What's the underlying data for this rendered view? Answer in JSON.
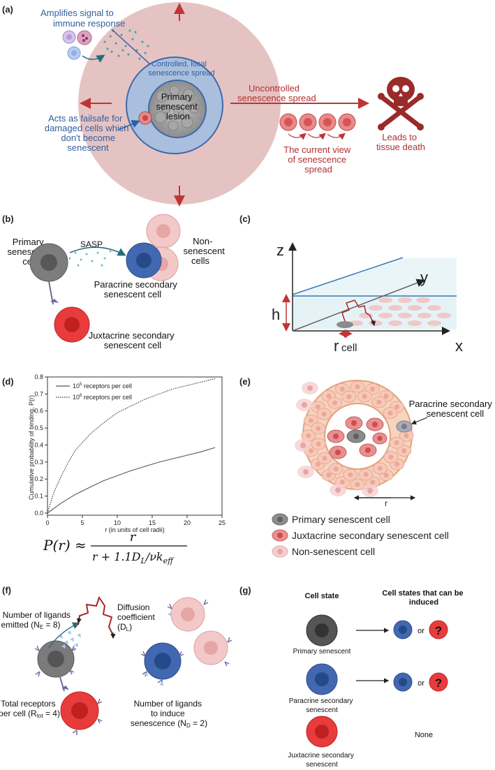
{
  "panel_a": {
    "label": "(a)",
    "amplifies": [
      "Amplifies signal to",
      "immune response"
    ],
    "controlled": [
      "Controlled, local",
      "senescence spread"
    ],
    "primary": [
      "Primary",
      "senescent",
      "lesion"
    ],
    "uncontrolled": [
      "Uncontrolled",
      "senescence spread"
    ],
    "leads": [
      "Leads to",
      "tissue death"
    ],
    "failsafe": [
      "Acts as failsafe for",
      "damaged cells which",
      "don't become",
      "senescent"
    ],
    "current_view": [
      "The current view",
      "of senescence",
      "spread"
    ]
  },
  "panel_b": {
    "label": "(b)",
    "primary": [
      "Primary",
      "senescent",
      "cell"
    ],
    "sasp": "SASP",
    "non_senescent": [
      "Non-",
      "senescent",
      "cells"
    ],
    "paracrine": [
      "Paracrine secondary",
      "senescent cell"
    ],
    "juxtacrine": [
      "Juxtacrine secondary",
      "senescent cell"
    ]
  },
  "panel_c": {
    "label": "(c)",
    "z": "z",
    "y": "y",
    "x": "x",
    "h": "h",
    "r": "r",
    "r_sub": "cell"
  },
  "panel_d": {
    "label": "(d)",
    "formula_lhs": "P(r) ≈",
    "formula_num": "r",
    "formula_den": "r + 1.1D",
    "formula_den_sub": "L",
    "formula_den_tail": "/νk",
    "formula_den_tail_sub": "eff"
  },
  "chart_data": {
    "type": "line",
    "ylabel": "Cumulative probability of binding, P(r)",
    "xlabel": "r (in units of cell radii)",
    "xlim": [
      0,
      25
    ],
    "ylim": [
      0,
      0.8
    ],
    "xticks": [
      "0",
      "5",
      "10",
      "15",
      "20",
      "25"
    ],
    "yticks": [
      "0.0",
      "0.1",
      "0.2",
      "0.3",
      "0.4",
      "0.5",
      "0.6",
      "0.7",
      "0.8"
    ],
    "legend_position": "top-left",
    "series": [
      {
        "name": "10^5 receptors per cell",
        "legend_base": "10",
        "legend_exp": "5",
        "legend_text": " receptors per cell",
        "style": "solid",
        "color": "#555555",
        "x": [
          0,
          1,
          2,
          3,
          4,
          6,
          8,
          10,
          12,
          14,
          16,
          18,
          20,
          22,
          24
        ],
        "y": [
          0,
          0.03,
          0.06,
          0.085,
          0.11,
          0.15,
          0.19,
          0.22,
          0.25,
          0.275,
          0.3,
          0.32,
          0.34,
          0.36,
          0.385
        ]
      },
      {
        "name": "10^6 receptors per cell",
        "legend_base": "10",
        "legend_exp": "6",
        "legend_text": " receptors per cell",
        "style": "dotted",
        "color": "#333333",
        "x": [
          0,
          0.5,
          1,
          2,
          3,
          4,
          6,
          8,
          10,
          12,
          14,
          16,
          18,
          20,
          22,
          24
        ],
        "y": [
          0,
          0.07,
          0.13,
          0.22,
          0.3,
          0.37,
          0.46,
          0.53,
          0.59,
          0.63,
          0.67,
          0.7,
          0.73,
          0.75,
          0.77,
          0.79
        ]
      }
    ]
  },
  "panel_e": {
    "label": "(e)",
    "paracrine": [
      "Paracrine secondary",
      "senescent cell"
    ],
    "r": "r",
    "legend": [
      "Primary senescent cell",
      "Juxtacrine secondary senescent cell",
      "Non-senescent cell"
    ]
  },
  "panel_f": {
    "label": "(f)",
    "ligands_emitted": [
      "Number of ligands",
      "emitted (N",
      "E",
      " = 8)"
    ],
    "diffusion": [
      "Diffusion",
      "coefficient",
      "(D",
      "L",
      ")"
    ],
    "total_receptors": [
      "Total receptors",
      "per cell (R",
      "tot",
      " = 4)"
    ],
    "ligands_induce": [
      "Number of ligands",
      "to induce",
      "senescence (N",
      "D",
      " = 2)"
    ]
  },
  "panel_g": {
    "label": "(g)",
    "col_state": "Cell state",
    "col_induced": [
      "Cell states that can be",
      "induced"
    ],
    "primary": "Primary senescent",
    "paracrine": [
      "Paracrine secondary",
      "senescent"
    ],
    "juxtacrine": [
      "Juxtacrine secondary",
      "senescent"
    ],
    "or": "or",
    "question": "?",
    "none": "None"
  },
  "colors": {
    "pink_bg": "#e8c4c4",
    "blue_zone": "#a8bedd",
    "blue_text": "#2e5fa0",
    "red_text": "#b03030",
    "gray_cell": "#7a7a7a",
    "blue_cell": "#3d68b0",
    "red_cell": "#e03b3b",
    "pink_cell": "#f2c2c2"
  }
}
